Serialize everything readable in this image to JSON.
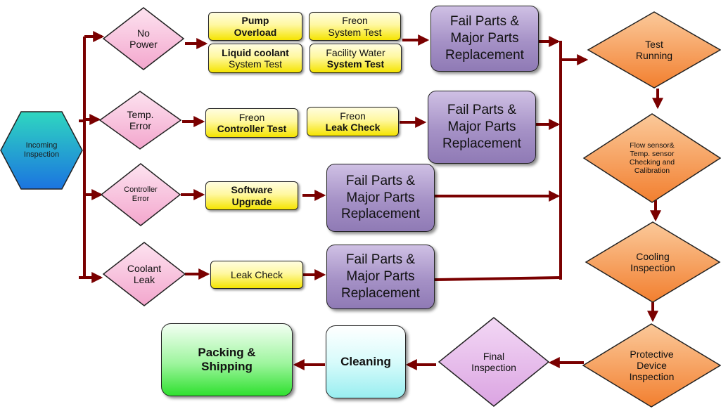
{
  "colors": {
    "arrow": "#7a0000",
    "pink_fill": "#f8b4d6",
    "orange_fill": "#f59a55",
    "hex_top": "#2fd7c0",
    "hex_bottom": "#1b74e0",
    "purple": "#a591c6",
    "yellow": "#fff176"
  },
  "start": {
    "lines": [
      "Incoming",
      "Inspection"
    ]
  },
  "branches": [
    {
      "decision": {
        "lines": [
          "No",
          "Power"
        ]
      },
      "steps": [
        {
          "lines": [
            "Pump",
            "Overload"
          ]
        },
        {
          "lines": [
            "Freon",
            "System Test"
          ]
        },
        {
          "lines": [
            "Liquid coolant",
            "System Test"
          ]
        },
        {
          "lines": [
            "Facility Water",
            "System Test"
          ]
        }
      ],
      "replacement": {
        "lines": [
          "Fail Parts &",
          "Major Parts",
          "Replacement"
        ]
      }
    },
    {
      "decision": {
        "lines": [
          "Temp.",
          "Error"
        ]
      },
      "steps": [
        {
          "lines": [
            "Freon",
            "Controller Test"
          ]
        },
        {
          "lines": [
            "Freon",
            "Leak Check"
          ]
        }
      ],
      "replacement": {
        "lines": [
          "Fail Parts &",
          "Major Parts",
          "Replacement"
        ]
      }
    },
    {
      "decision": {
        "lines": [
          "Controller",
          "Error"
        ]
      },
      "steps": [
        {
          "lines": [
            "Software",
            "Upgrade"
          ]
        }
      ],
      "replacement": {
        "lines": [
          "Fail Parts &",
          "Major Parts",
          "Replacement"
        ]
      }
    },
    {
      "decision": {
        "lines": [
          "Coolant",
          "Leak"
        ]
      },
      "steps": [
        {
          "lines": [
            "Leak Check"
          ]
        }
      ],
      "replacement": {
        "lines": [
          "Fail Parts &",
          "Major Parts",
          "Replacement"
        ]
      }
    }
  ],
  "right_column": [
    {
      "lines": [
        "Test",
        "Running"
      ]
    },
    {
      "lines": [
        "Flow sensor&",
        "Temp. sensor",
        "Checking and",
        "Calibration"
      ]
    },
    {
      "lines": [
        "Cooling",
        "Inspection"
      ]
    },
    {
      "lines": [
        "Protective",
        "Device",
        "Inspection"
      ]
    }
  ],
  "bottom_row": {
    "final_inspection": {
      "lines": [
        "Final",
        "Inspection"
      ]
    },
    "cleaning": {
      "lines": [
        "Cleaning"
      ]
    },
    "packing": {
      "lines": [
        "Packing &",
        "Shipping"
      ]
    }
  }
}
